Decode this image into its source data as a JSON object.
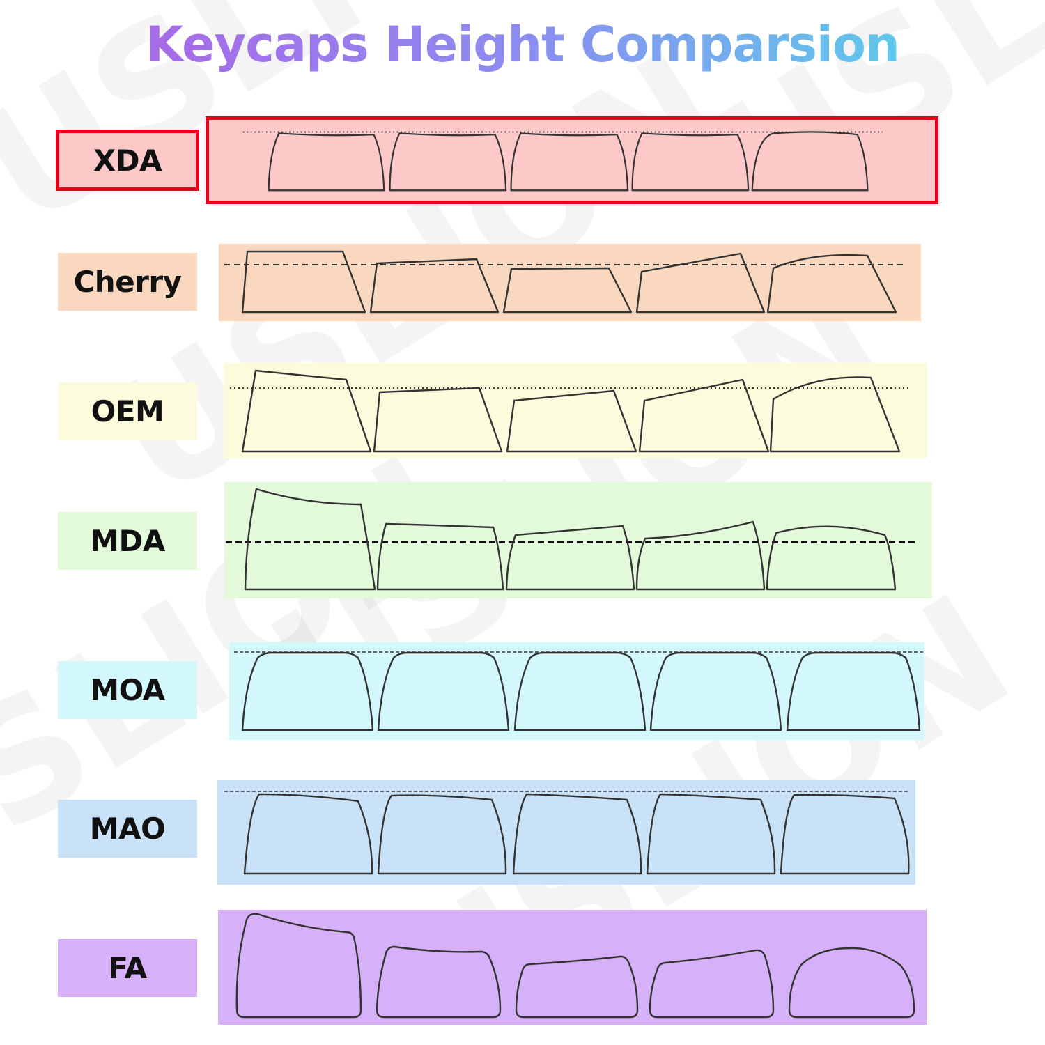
{
  "title": "Keycaps Height Comparsion",
  "title_colors": [
    "#a86ae8",
    "#8c8cf0",
    "#5fc8ea"
  ],
  "watermark_text": "USLION",
  "profiles": [
    {
      "label": "XDA",
      "bg": "#fdc8c8",
      "highlight_border": "#e6001a",
      "guide_style": "dotted"
    },
    {
      "label": "Cherry",
      "bg": "#fad8bf",
      "guide_style": "dashed"
    },
    {
      "label": "OEM",
      "bg": "#fcfcdc",
      "guide_style": "dotted"
    },
    {
      "label": "MDA",
      "bg": "#e3fada",
      "guide_style": "bold-dashed"
    },
    {
      "label": "MOA",
      "bg": "#d3f8fc",
      "guide_style": "fine-dashed"
    },
    {
      "label": "MAO",
      "bg": "#c9e2f8",
      "guide_style": "fine-dashed"
    },
    {
      "label": "FA",
      "bg": "#d6b0f8",
      "guide_style": "none"
    }
  ]
}
